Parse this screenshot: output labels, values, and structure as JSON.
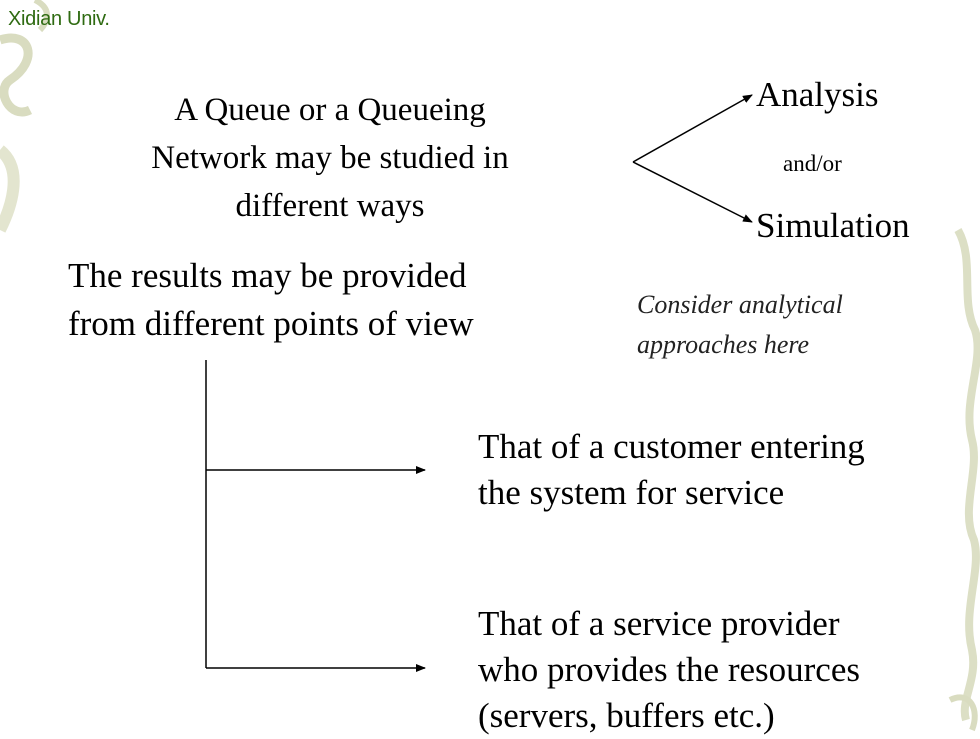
{
  "header": {
    "label": "Xidian Univ."
  },
  "intro": {
    "lines": [
      "A Queue or a Queueing",
      "Network may be studied in",
      "different ways"
    ]
  },
  "options": {
    "analysis": "Analysis",
    "connector": "and/or",
    "simulation": "Simulation"
  },
  "results": {
    "lines": [
      "The results may be provided",
      "from different points of view"
    ]
  },
  "note": {
    "lines": [
      "Consider analytical",
      "approaches here"
    ]
  },
  "viewpoints": [
    {
      "lines": [
        "That of a customer entering",
        "the system for service"
      ]
    },
    {
      "lines": [
        "That of a service provider",
        "who provides the resources",
        "(servers, buffers etc.)"
      ]
    }
  ],
  "colors": {
    "header": "#2f6b12",
    "decoration": "#d9dcc0"
  }
}
